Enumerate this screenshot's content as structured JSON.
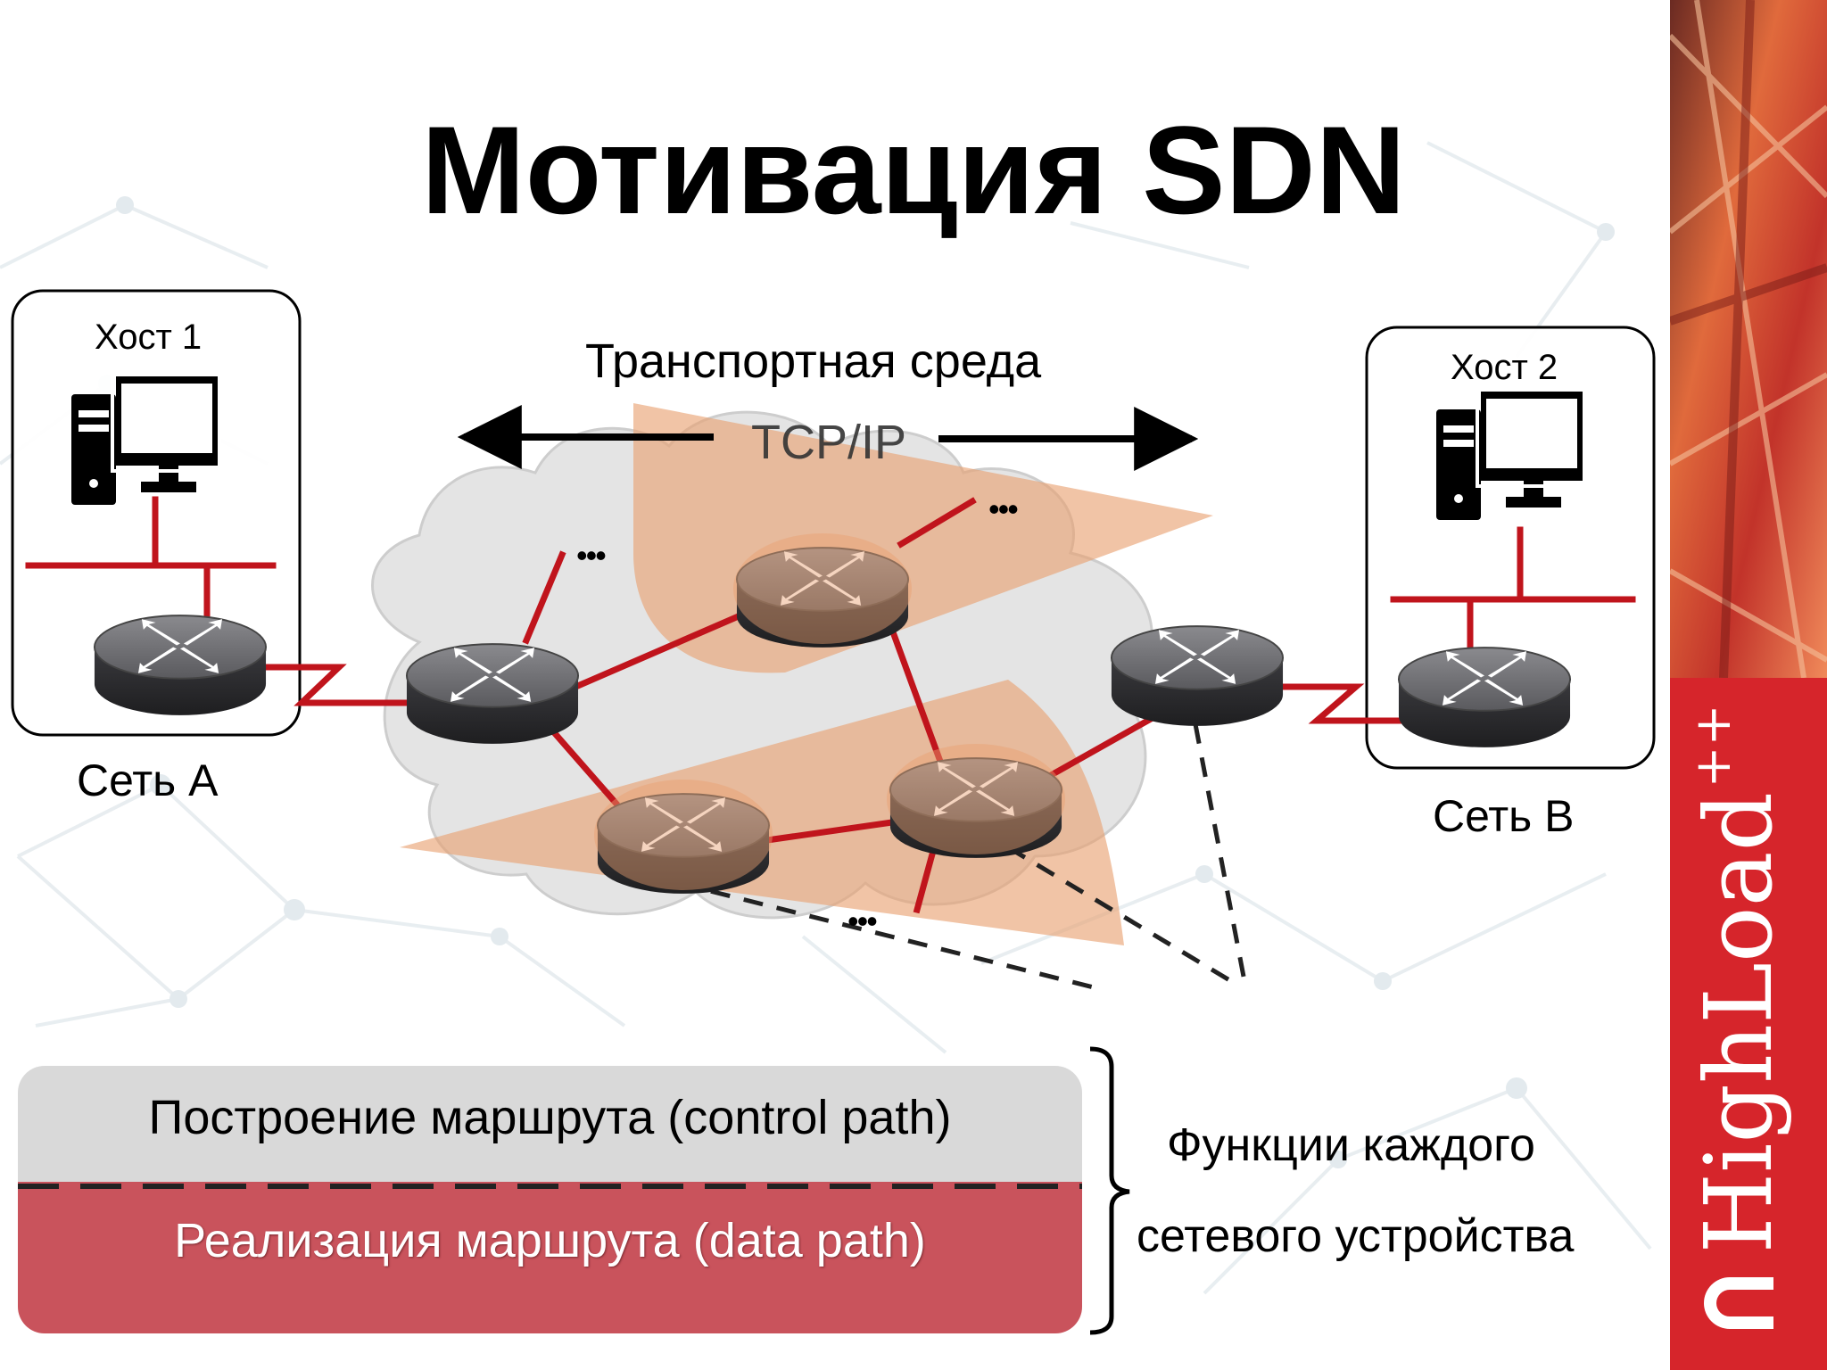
{
  "slide": {
    "title": "Мотивация SDN",
    "transport_label": "Транспортная среда",
    "protocol_label": "TCP/IP",
    "host1_label": "Хост 1",
    "host2_label": "Хост 2",
    "net_a_label": "Сеть A",
    "net_b_label": "Сеть B",
    "ellipsis": "•••",
    "control_path_label": "Построение маршрута (control path)",
    "data_path_label": "Реализация маршрута (data path)",
    "functions_line1": "Функции каждого",
    "functions_line2": "сетевого устройства"
  },
  "brand": {
    "logo_text": "HighLoad",
    "logo_suffix": "++"
  },
  "colors": {
    "link_red": "#c0141c",
    "highlight_orange": "#e8a070",
    "brand_red": "#d6252b",
    "bar_grey": "#d9d9d9",
    "bar_red": "#c9535c"
  }
}
